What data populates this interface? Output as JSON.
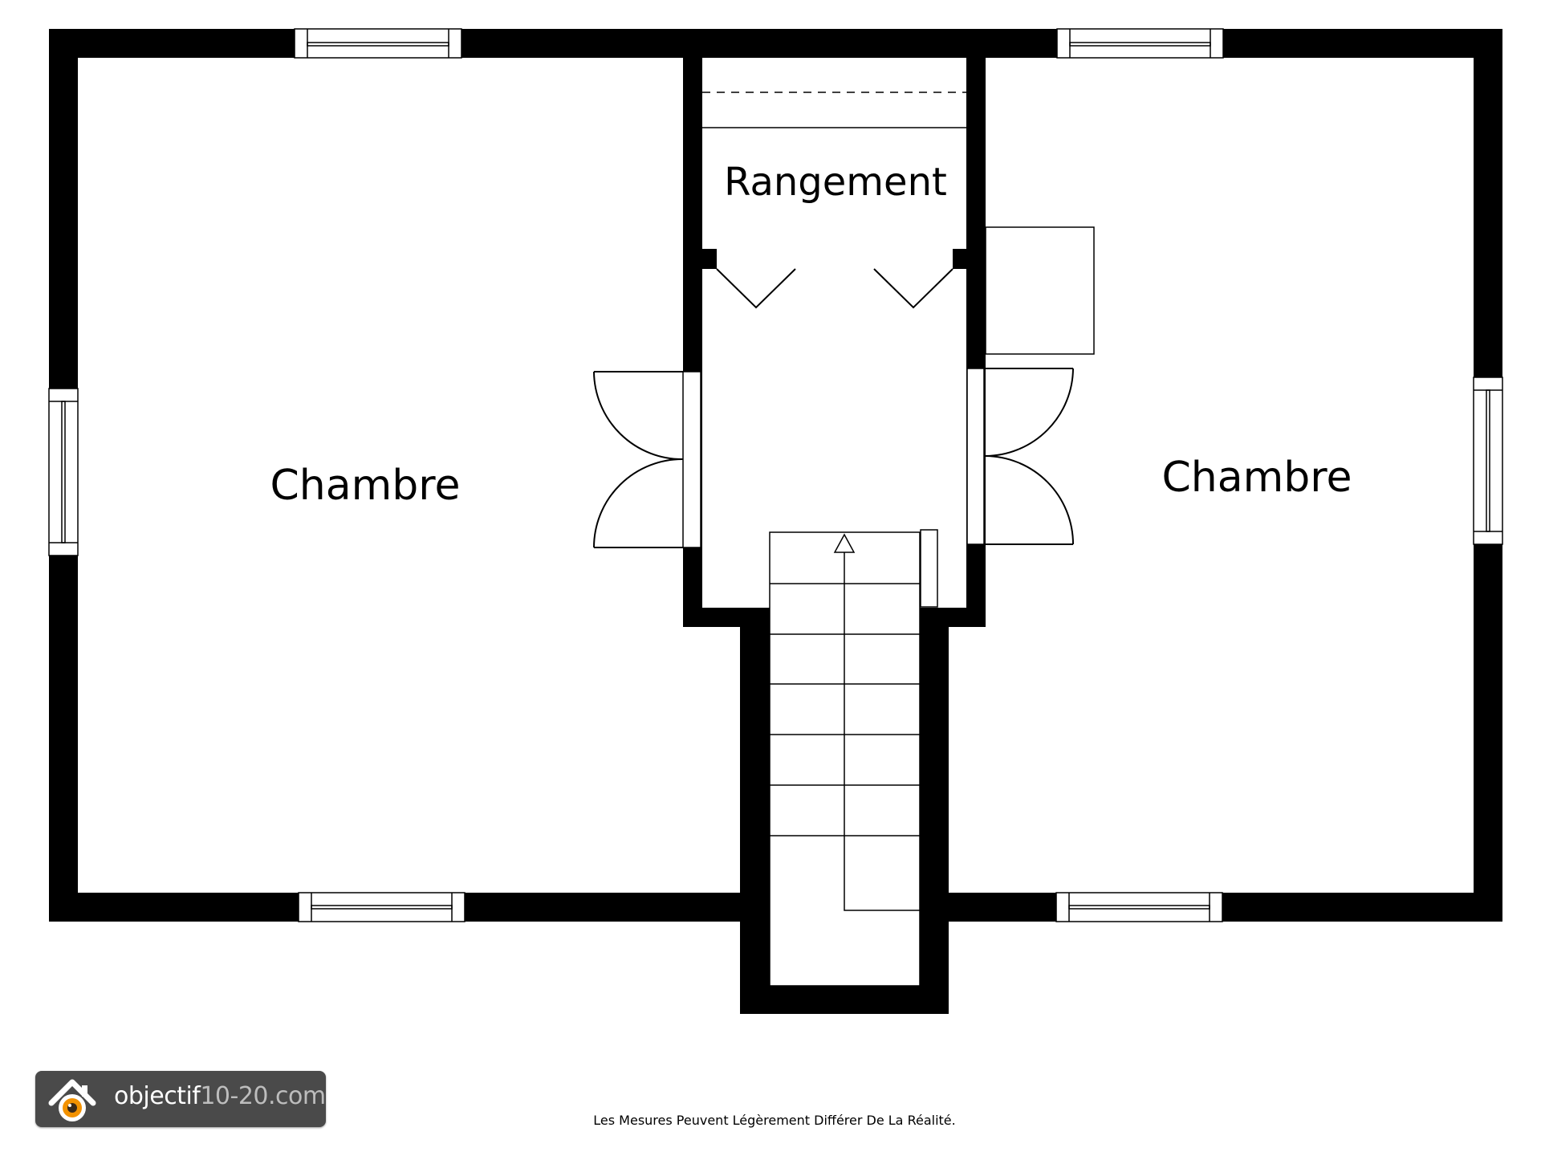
{
  "rooms": {
    "left_bedroom": "Chambre",
    "right_bedroom": "Chambre",
    "storage": "Rangement"
  },
  "logo": {
    "name_part1": "objectif",
    "name_part2": "10-20.com",
    "icon": "house-camera-icon"
  },
  "disclaimer": "Les Mesures Peuvent Légèrement Différer De La Réalité.",
  "colors": {
    "wall": "#000000",
    "background": "#ffffff",
    "logo_bg": "#4a4a4a",
    "logo_orange": "#f39200"
  }
}
